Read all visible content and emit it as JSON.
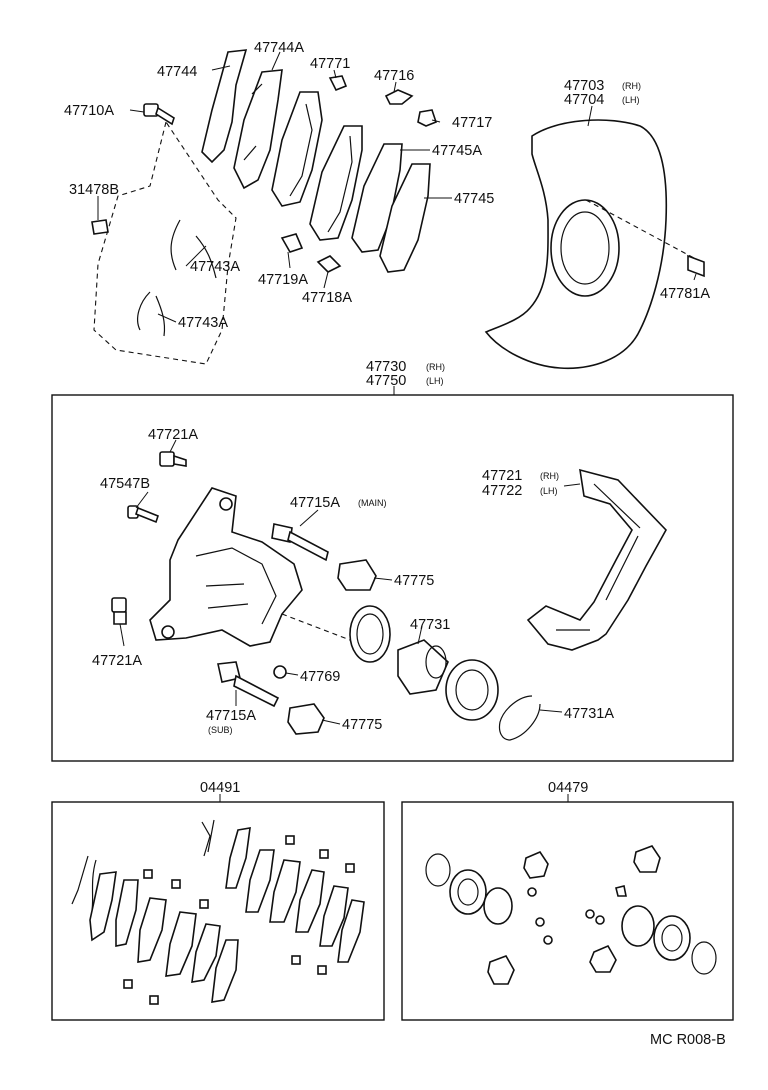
{
  "labels": {
    "p47744": "47744",
    "p47744a": "47744A",
    "p47771": "47771",
    "p47716": "47716",
    "p47703": "47703",
    "p47703_side": "(RH)",
    "p47704": "47704",
    "p47704_side": "(LH)",
    "p47710a": "47710A",
    "p47717": "47717",
    "p47745a": "47745A",
    "p31478b": "31478B",
    "p47745": "47745",
    "p47743a_1": "47743A",
    "p47719a": "47719A",
    "p47718a": "47718A",
    "p47743a_2": "47743A",
    "p47781a": "47781A",
    "p47730": "47730",
    "p47730_side": "(RH)",
    "p47750": "47750",
    "p47750_side": "(LH)",
    "p47721a_top": "47721A",
    "p47721": "47721",
    "p47721_side": "(RH)",
    "p47722": "47722",
    "p47722_side": "(LH)",
    "p47547b": "47547B",
    "p47715a_main": "47715A",
    "p47715a_main_note": "(MAIN)",
    "p47775_1": "47775",
    "p47731": "47731",
    "p47721a_bot": "47721A",
    "p47769": "47769",
    "p47715a_sub": "47715A",
    "p47715a_sub_note": "(SUB)",
    "p47775_2": "47775",
    "p47731a": "47731A",
    "kit_pads": "04491",
    "kit_seals": "04479",
    "diagram_code": "MC  R008-B"
  }
}
